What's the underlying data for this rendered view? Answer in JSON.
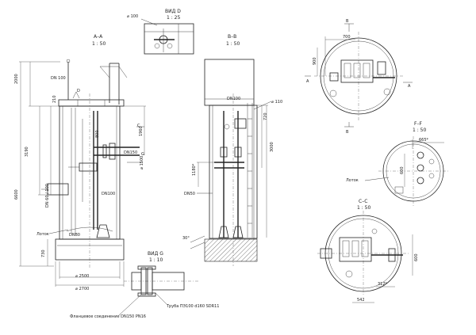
{
  "views": {
    "aa": {
      "title": "A–A",
      "scale": "1 : 50"
    },
    "bb": {
      "title": "B–B",
      "scale": "1 : 50"
    },
    "vid_d": {
      "title": "ВИД D",
      "scale": "1 : 25",
      "dia": "⌀ 100"
    },
    "vid_g": {
      "title": "ВИД G",
      "scale": "1 : 10"
    },
    "ff": {
      "title": "F–F",
      "scale": "1 : 50"
    },
    "cc": {
      "title": "C–C",
      "scale": "1 : 50"
    }
  },
  "aa_dims": {
    "d2000": "2000",
    "d6600": "6600",
    "d3190": "3190",
    "d1960": "1960",
    "d730": "730",
    "d2500": "⌀ 2500",
    "d2700": "⌀ 2700",
    "dn100": "DN 100",
    "dn100b": "DN100",
    "dn80": "DN80",
    "dn150": "DN150",
    "dn60_100": "DN 60 / 100",
    "d210": "210",
    "d800": "800",
    "d1500": "⌀ 1500",
    "lotok": "Лоток",
    "lbl_a": "A",
    "lbl_c": "C",
    "lbl_g": "G",
    "lbl_d": "D"
  },
  "bb_dims": {
    "dn100": "DN100",
    "d110": "⌀ 110",
    "d720": "720",
    "d3000": "3000",
    "d1180": "1180*",
    "dn50": "DN50",
    "d30": "30°"
  },
  "vid_g_labels": {
    "flange": "Фланцевое соединение DN150 PN16",
    "pipe": "Труба ПЭ100 d160 SDR11"
  },
  "plan_dims": {
    "d700": "700",
    "d900": "900",
    "lbl_b": "B",
    "lbl_a": "A",
    "d665": "665*",
    "d600": "600",
    "lotok": "Лоток",
    "d600b": "600",
    "d312": "312*",
    "d542": "542"
  }
}
